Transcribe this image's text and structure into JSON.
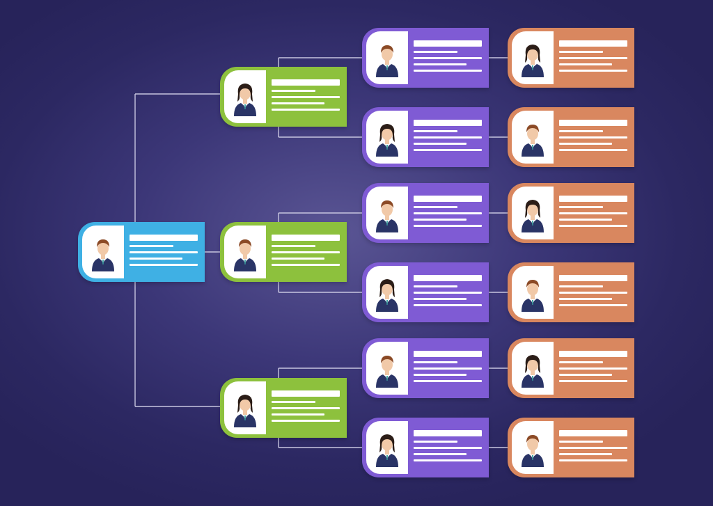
{
  "colors": {
    "background": "#2c2862",
    "connector": "#c8c6e0",
    "root": "#3fb0e4",
    "manager": "#8dc13d",
    "lead": "#7f5bd4",
    "staff": "#d9875f",
    "avatar_background": "#ffffff",
    "suit": "#2a3466",
    "skin": "#f1c9a8",
    "hair_male": "#8b4a26",
    "hair_female": "#2b1d17"
  },
  "org_chart": {
    "root": {
      "name": "root-card",
      "tier": "root",
      "gender": "male"
    },
    "managers": [
      {
        "name": "manager-card-1",
        "tier": "manager",
        "gender": "female",
        "reports": [
          {
            "lead": {
              "tier": "lead",
              "gender": "male"
            },
            "staff": {
              "tier": "staff",
              "gender": "female"
            }
          },
          {
            "lead": {
              "tier": "lead",
              "gender": "female"
            },
            "staff": {
              "tier": "staff",
              "gender": "male"
            }
          }
        ]
      },
      {
        "name": "manager-card-2",
        "tier": "manager",
        "gender": "male",
        "reports": [
          {
            "lead": {
              "tier": "lead",
              "gender": "male"
            },
            "staff": {
              "tier": "staff",
              "gender": "female"
            }
          },
          {
            "lead": {
              "tier": "lead",
              "gender": "female"
            },
            "staff": {
              "tier": "staff",
              "gender": "male"
            }
          }
        ]
      },
      {
        "name": "manager-card-3",
        "tier": "manager",
        "gender": "female",
        "reports": [
          {
            "lead": {
              "tier": "lead",
              "gender": "male"
            },
            "staff": {
              "tier": "staff",
              "gender": "female"
            }
          },
          {
            "lead": {
              "tier": "lead",
              "gender": "female"
            },
            "staff": {
              "tier": "staff",
              "gender": "male"
            }
          }
        ]
      }
    ]
  }
}
